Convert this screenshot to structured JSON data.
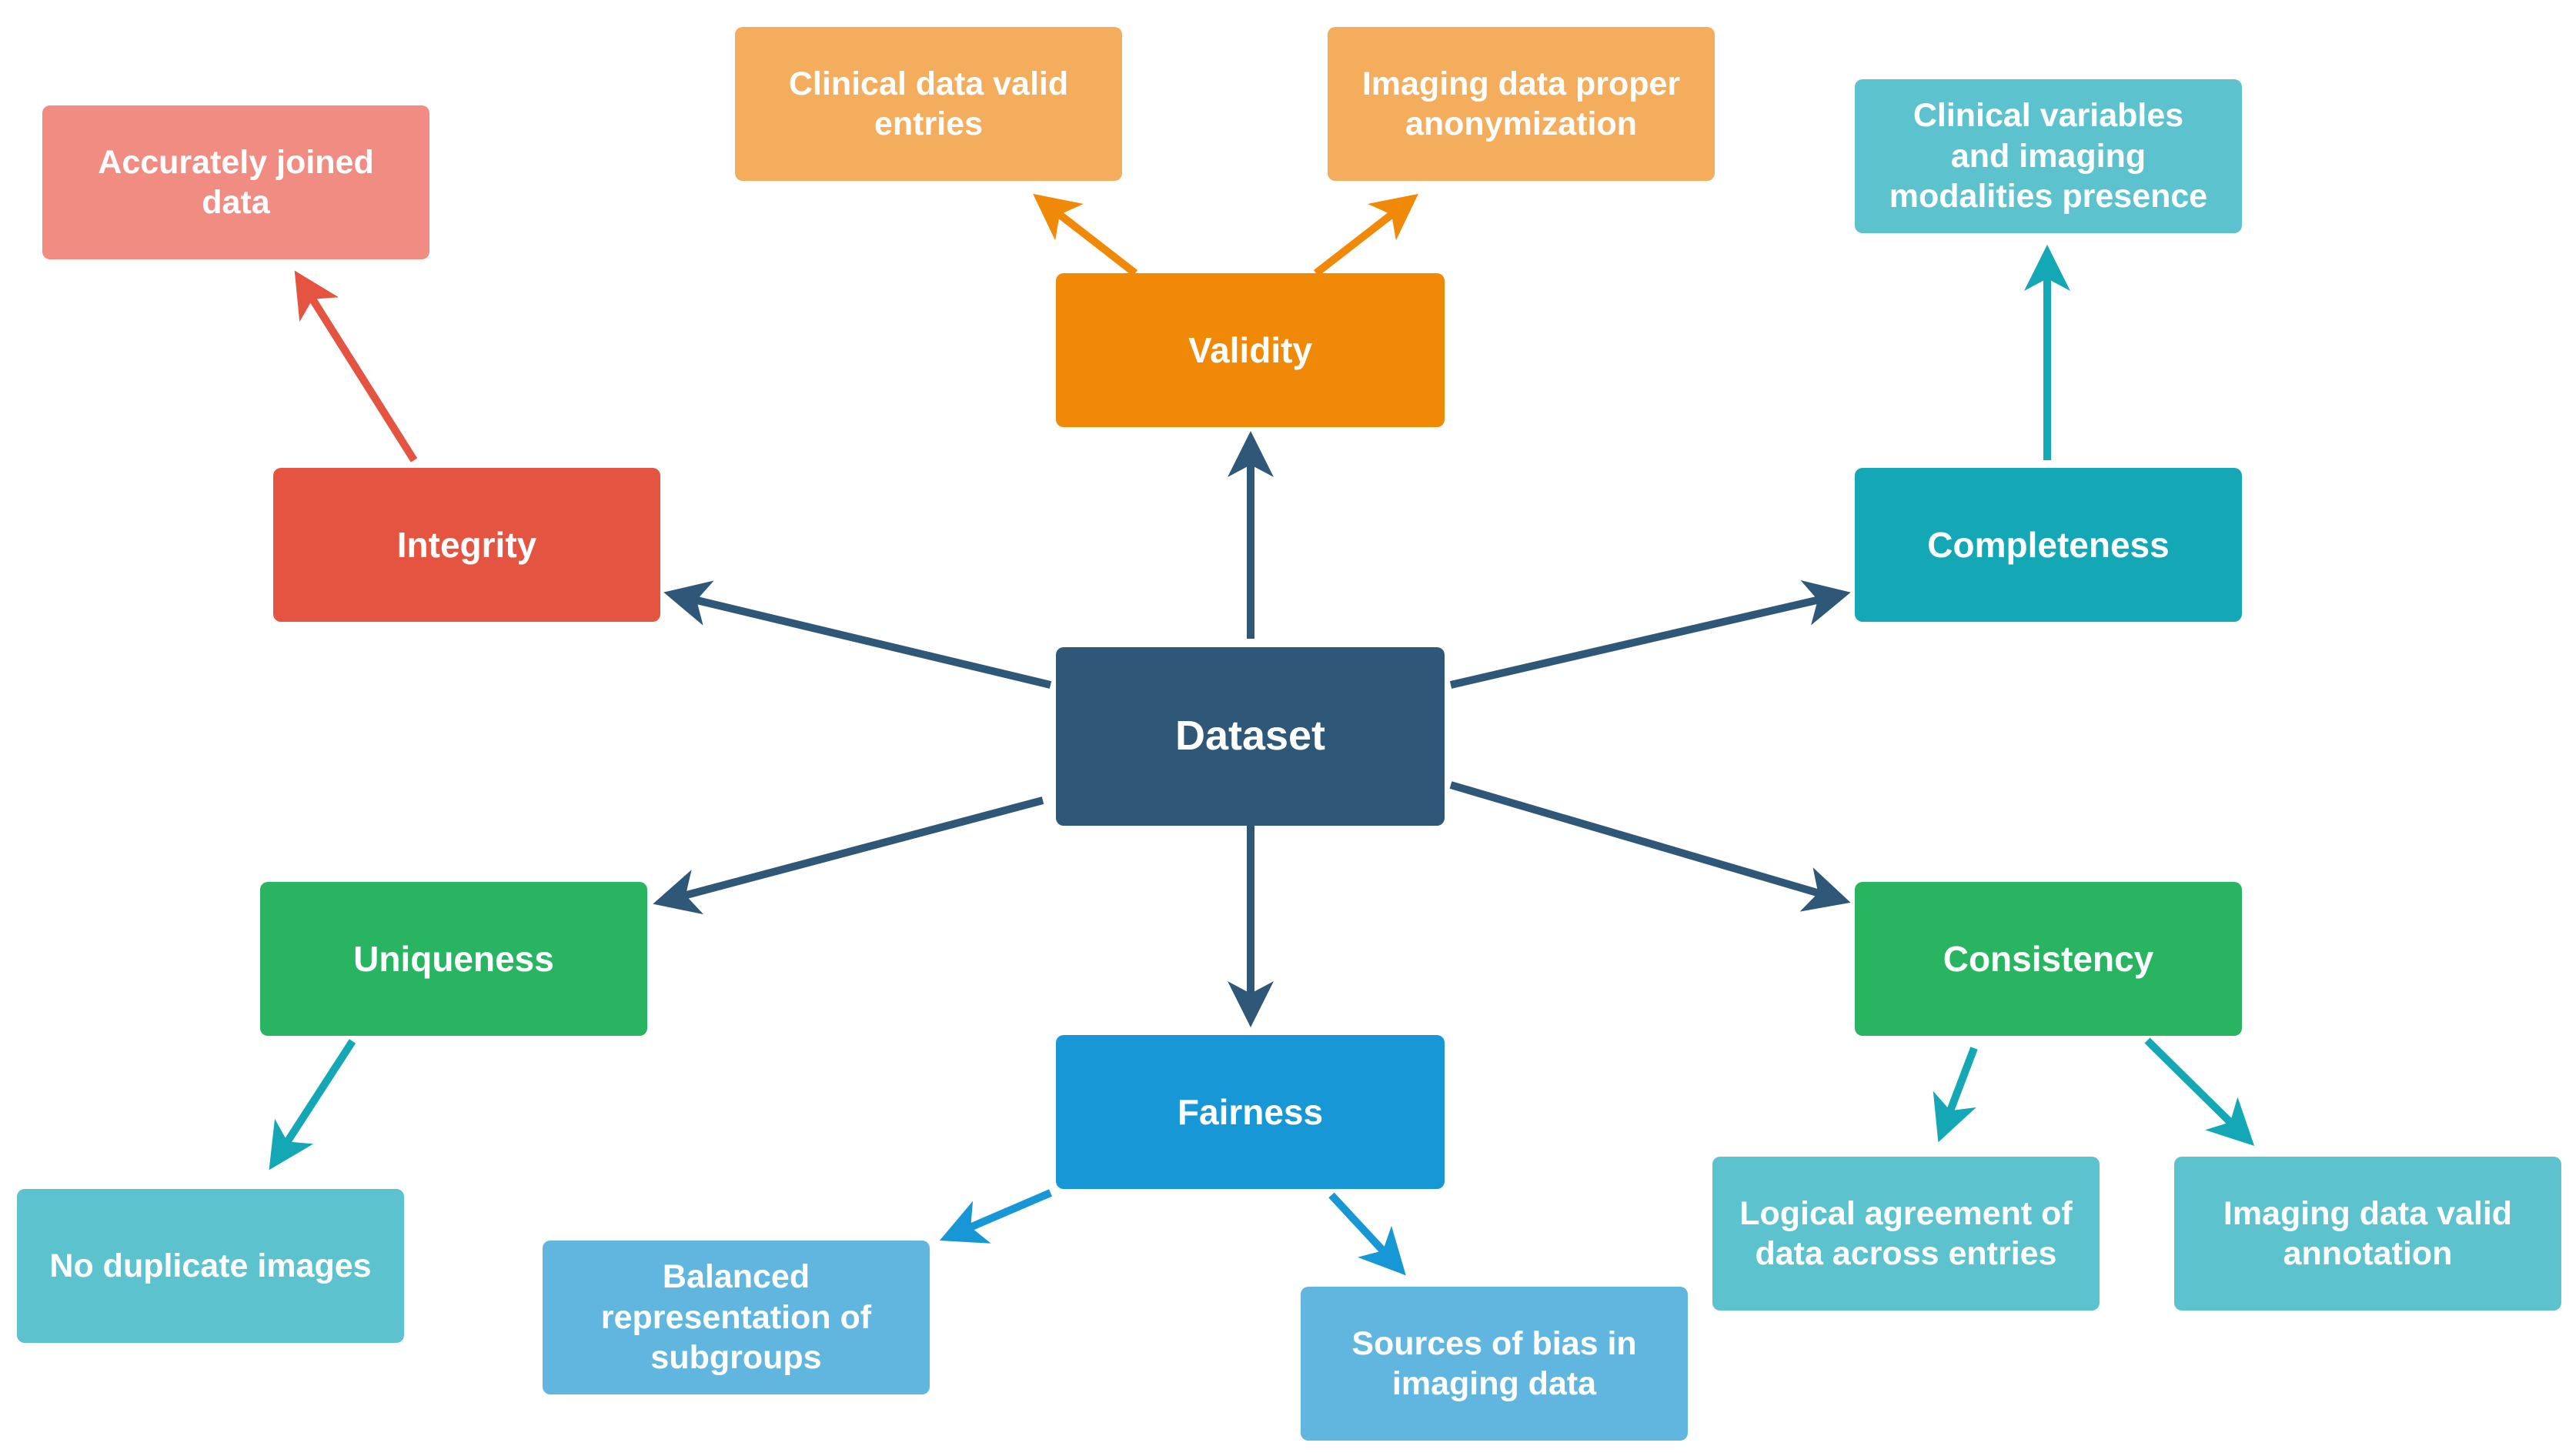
{
  "center": {
    "label": "Dataset",
    "color": "#2e5778"
  },
  "categories": {
    "validity": {
      "label": "Validity",
      "color": "#ef8907"
    },
    "integrity": {
      "label": "Integrity",
      "color": "#e55441"
    },
    "completeness": {
      "label": "Completeness",
      "color": "#14a7b5"
    },
    "uniqueness": {
      "label": "Uniqueness",
      "color": "#29b462"
    },
    "fairness": {
      "label": "Fairness",
      "color": "#1797d5"
    },
    "consistency": {
      "label": "Consistency",
      "color": "#29b462"
    }
  },
  "leaves": {
    "clinical_valid": {
      "label": "Clinical data valid entries",
      "color": "#f4ad5c"
    },
    "imaging_anonym": {
      "label": "Imaging data proper anonymization",
      "color": "#f4ad5c"
    },
    "accurately_joined": {
      "label": "Accurately joined data",
      "color": "#f18c83"
    },
    "variables_presence": {
      "label": "Clinical variables and imaging modalities presence",
      "color": "#5cc3ce"
    },
    "no_duplicates": {
      "label": "No duplicate images",
      "color": "#5cc3ce"
    },
    "balanced": {
      "label": "Balanced representation of subgroups",
      "color": "#61b6e0"
    },
    "sources_bias": {
      "label": "Sources of bias in imaging data",
      "color": "#61b6e0"
    },
    "logical_agreement": {
      "label": "Logical agreement of data across entries",
      "color": "#5cc3ce"
    },
    "imaging_annotation": {
      "label": "Imaging data valid annotation",
      "color": "#5cc3ce"
    }
  },
  "arrow_colors": {
    "center": "#2e5778",
    "validity": "#ef8907",
    "integrity": "#e55441",
    "completeness": "#14a7b5",
    "uniqueness": "#14a7b5",
    "fairness": "#1797d5",
    "consistency": "#14a7b5"
  }
}
